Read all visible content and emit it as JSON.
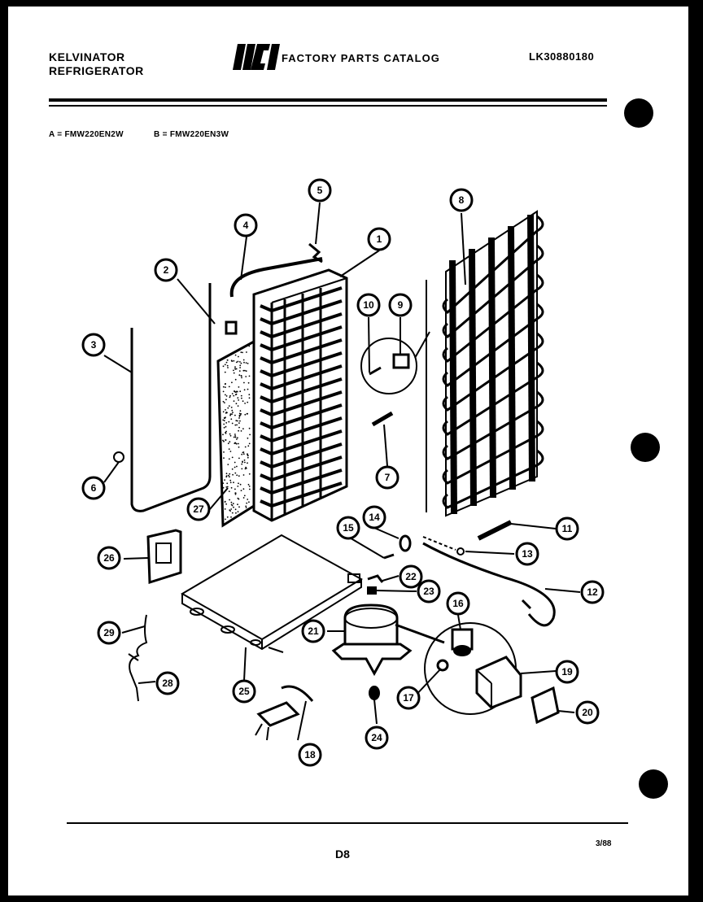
{
  "header": {
    "brand_line1": "KELVINATOR",
    "brand_line2": "REFRIGERATOR",
    "catalog_title": "FACTORY PARTS CATALOG",
    "doc_code": "LK30880180",
    "model_a": "A = FMW220EN2W",
    "model_b": "B = FMW220EN3W"
  },
  "footer": {
    "page_number": "D8",
    "date_code": "3/88"
  },
  "parts": [
    "1",
    "2",
    "3",
    "4",
    "5",
    "6",
    "7",
    "8",
    "9",
    "10",
    "11",
    "12",
    "13",
    "14",
    "15",
    "16",
    "17",
    "18",
    "19",
    "20",
    "21",
    "22",
    "23",
    "24",
    "25",
    "26",
    "27",
    "28",
    "29"
  ]
}
